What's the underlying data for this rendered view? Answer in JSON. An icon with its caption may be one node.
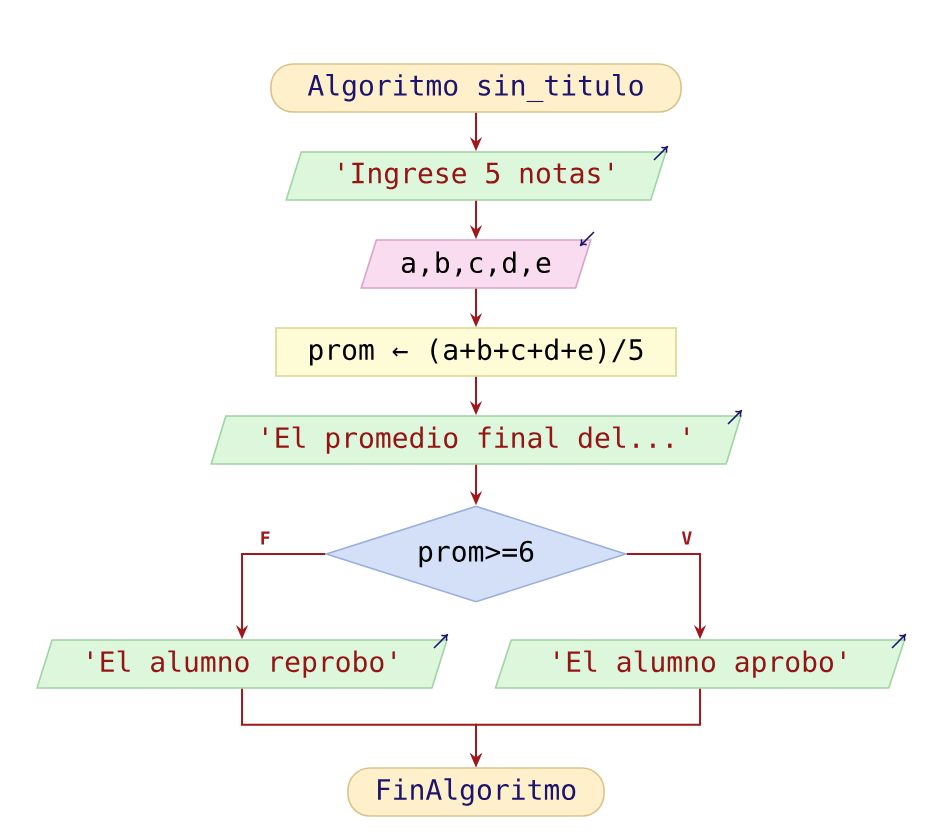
{
  "diagram": {
    "nodes": [
      {
        "text": [
          "Algoritmo sin_titulo"
        ]
      },
      {
        "text": [
          "'Ingrese 5 notas'"
        ]
      },
      {
        "text": [
          "a,b,c,d,e"
        ]
      },
      {
        "text": [
          "prom ← (a+b+c+d+e)/5"
        ]
      },
      {
        "text": [
          "'El promedio final del...'"
        ]
      },
      {
        "text": [
          "prom>=6"
        ]
      },
      {
        "text": [
          "'El alumno reprobo'"
        ]
      },
      {
        "text": [
          "'El alumno aprobo'"
        ]
      },
      {
        "text": [
          "FinAlgoritmo"
        ]
      }
    ],
    "edges": [
      {
        "from": 0,
        "to": 1,
        "arrow": "to"
      },
      {
        "from": 1,
        "to": 2,
        "arrow": "to"
      },
      {
        "from": 2,
        "to": 3,
        "arrow": "to"
      },
      {
        "from": 3,
        "to": 4,
        "arrow": "to"
      },
      {
        "from": 4,
        "to": 5,
        "arrow": "to"
      },
      {
        "from": 5,
        "to": 6,
        "arrow": "to",
        "label": "F"
      },
      {
        "from": 5,
        "to": 7,
        "arrow": "to",
        "label": "V"
      },
      {
        "from": 6,
        "to": 8,
        "arrow": "to"
      },
      {
        "from": 7,
        "to": 8,
        "arrow": "to"
      }
    ]
  }
}
